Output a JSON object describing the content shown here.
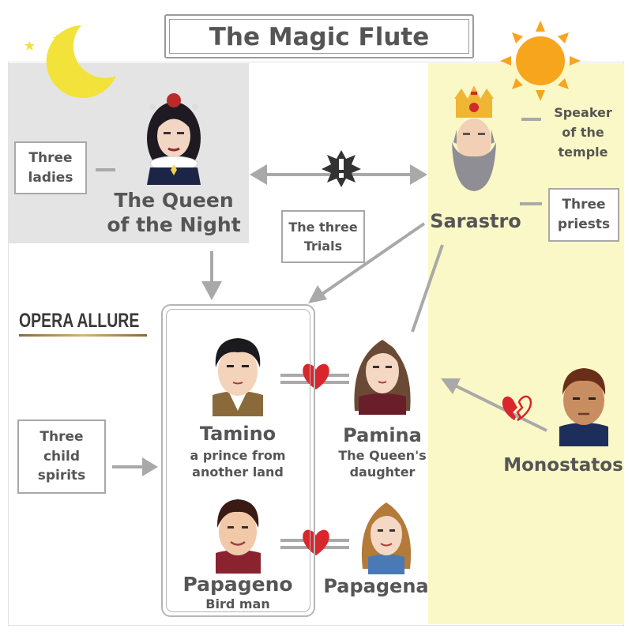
{
  "title": "The Magic Flute",
  "brand": "OPERA ALLURE",
  "characters": {
    "queen": {
      "name": "The Queen\nof the Night"
    },
    "sarastro": {
      "name": "Sarastro"
    },
    "tamino": {
      "name": "Tamino",
      "desc": "a prince from\nanother land"
    },
    "pamina": {
      "name": "Pamina",
      "desc": "The Queen's\ndaughter"
    },
    "papageno": {
      "name": "Papageno",
      "desc": "Bird man"
    },
    "papagena": {
      "name": "Papagena"
    },
    "monostatos": {
      "name": "Monostatos"
    }
  },
  "groups": {
    "three_ladies": "Three\nladies",
    "three_trials": "The three\nTrials",
    "three_priests": "Three\npriests",
    "three_child_spirits": "Three\nchild\nspirits",
    "speaker": "Speaker\nof the\ntemple"
  },
  "colors": {
    "night_panel": "#e4e4e4",
    "day_panel": "#fbf8c7",
    "text": "#555555",
    "arrow": "#a9a9a9",
    "heart": "#d9262c",
    "moon": "#f2e23a",
    "sun": "#f7a51d"
  },
  "icons": [
    "moon-icon",
    "star-icon",
    "sun-icon",
    "heart-icon",
    "broken-heart-icon",
    "conflict-icon"
  ]
}
